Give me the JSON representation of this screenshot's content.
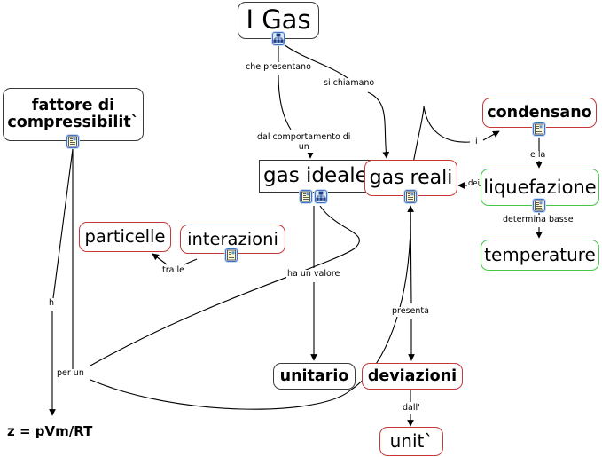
{
  "diagram": {
    "type": "concept-map",
    "colors": {
      "default_border": "#3a3a3a",
      "red_border": "#c7383a",
      "green_border": "#46c846",
      "icon_border": "#3f74c4",
      "edge": "#000000"
    },
    "nodes": {
      "i_gas": "I Gas",
      "fattore": "fattore di\ncompressibilit`",
      "gas_ideale": "gas ideale",
      "gas_reali": "gas reali",
      "condensano": "condensano",
      "liquefazione": "liquefazione",
      "temperature": "temperature",
      "particelle": "particelle",
      "interazioni": "interazioni",
      "unitario": "unitario",
      "deviazioni": "deviazioni",
      "unita": "unit`",
      "formula": "z = pVm/RT"
    },
    "links": {
      "che_presentano": "che presentano",
      "si_chiamano": "si chiamano",
      "dal_comportamento": "dal comportamento di\nun",
      "i": "i",
      "e_la": "e la",
      "dei": "dei",
      "determina_basse": "determina basse",
      "tra_le": "tra le",
      "ha_un_valore": "ha un valore",
      "presenta": "presenta",
      "dall": "dall'",
      "h": "h",
      "per_un": "per un"
    },
    "icons": {
      "i_gas": "concept-map-icon",
      "fattore": "document-image-icon",
      "gas_ideale_doc": "document-image-icon",
      "gas_ideale_map": "concept-map-icon",
      "gas_reali": "document-image-icon",
      "condensano": "document-image-icon",
      "liquefazione": "document-image-icon",
      "interazioni": "document-image-icon"
    }
  }
}
